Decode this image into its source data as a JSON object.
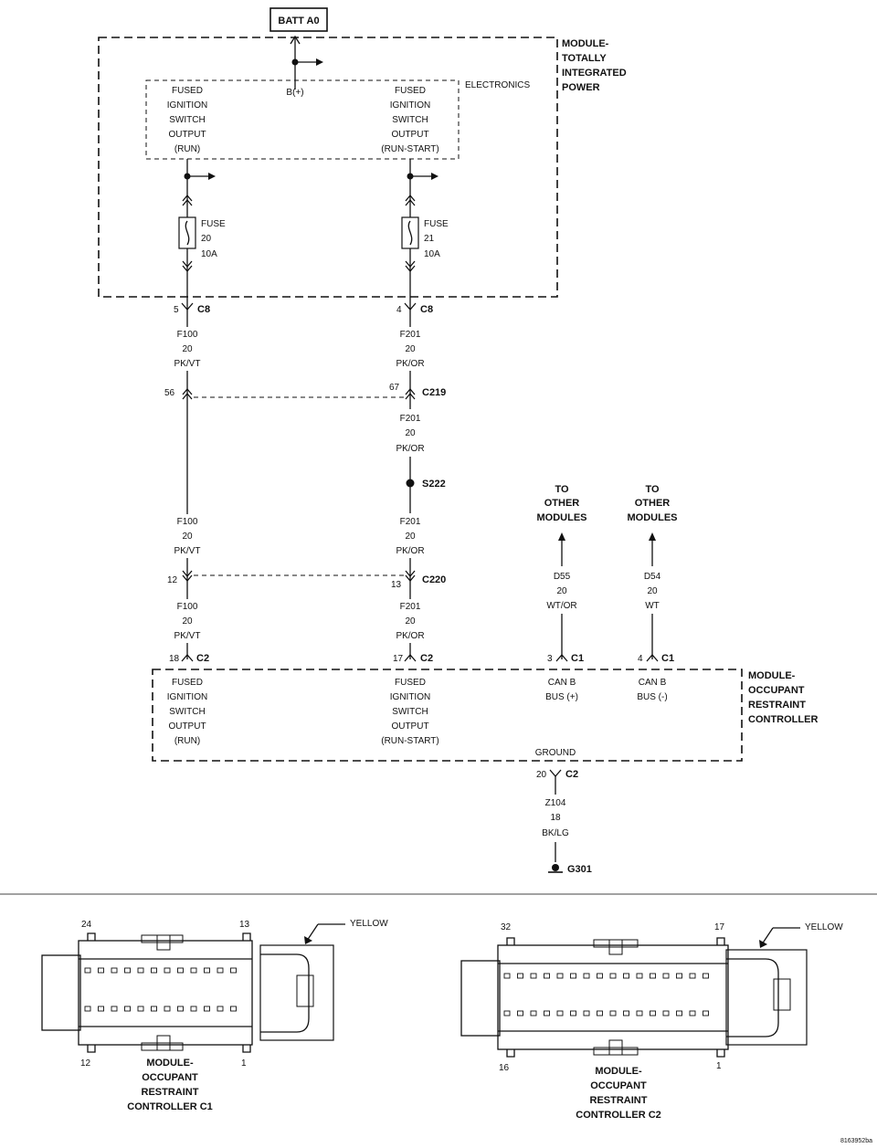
{
  "batt": "BATT A0",
  "tipm": {
    "title": [
      "MODULE-",
      "TOTALLY",
      "INTEGRATED",
      "POWER"
    ],
    "electronics": "ELECTRONICS",
    "bplus": "B(+)",
    "out_run": [
      "FUSED",
      "IGNITION",
      "SWITCH",
      "OUTPUT",
      "(RUN)"
    ],
    "out_runstart": [
      "FUSED",
      "IGNITION",
      "SWITCH",
      "OUTPUT",
      "(RUN-START)"
    ],
    "fuse20": [
      "FUSE",
      "20",
      "10A"
    ],
    "fuse21": [
      "FUSE",
      "21",
      "10A"
    ]
  },
  "connectors": {
    "c8_left_pin": "5",
    "c8_left": "C8",
    "c8_right_pin": "4",
    "c8_right": "C8",
    "c219_left_pin": "56",
    "c219_right_pin": "67",
    "c219": "C219",
    "s222": "S222",
    "c220_left_pin": "12",
    "c220_right_pin": "13",
    "c220": "C220",
    "c2_left_pin": "18",
    "c2_left": "C2",
    "c2_right_pin": "17",
    "c2_right": "C2",
    "c1_a_pin": "3",
    "c1_a": "C1",
    "c1_b_pin": "4",
    "c1_b": "C1",
    "c2_gnd_pin": "20",
    "c2_gnd": "C2",
    "g301": "G301"
  },
  "wires": {
    "f100": [
      "F100",
      "20",
      "PK/VT"
    ],
    "f201": [
      "F201",
      "20",
      "PK/OR"
    ],
    "d55": [
      "D55",
      "20",
      "WT/OR"
    ],
    "d54": [
      "D54",
      "20",
      "WT"
    ],
    "z104": [
      "Z104",
      "18",
      "BK/LG"
    ]
  },
  "to_other": [
    "TO",
    "OTHER",
    "MODULES"
  ],
  "orc": {
    "title": [
      "MODULE-",
      "OCCUPANT",
      "RESTRAINT",
      "CONTROLLER"
    ],
    "in_run": [
      "FUSED",
      "IGNITION",
      "SWITCH",
      "OUTPUT",
      "(RUN)"
    ],
    "in_runstart": [
      "FUSED",
      "IGNITION",
      "SWITCH",
      "OUTPUT",
      "(RUN-START)"
    ],
    "canb_plus": [
      "CAN B",
      "BUS (+)"
    ],
    "canb_minus": [
      "CAN B",
      "BUS (-)"
    ],
    "ground": "GROUND"
  },
  "views": {
    "c1": {
      "pin_tl": "24",
      "pin_tr": "13",
      "pin_bl": "12",
      "pin_br": "1",
      "color": "YELLOW",
      "title": [
        "MODULE-",
        "OCCUPANT",
        "RESTRAINT",
        "CONTROLLER C1"
      ]
    },
    "c2": {
      "pin_tl": "32",
      "pin_tr": "17",
      "pin_bl": "16",
      "pin_br": "1",
      "color": "YELLOW",
      "title": [
        "MODULE-",
        "OCCUPANT",
        "RESTRAINT",
        "CONTROLLER C2"
      ]
    }
  },
  "code": "8163952ba"
}
